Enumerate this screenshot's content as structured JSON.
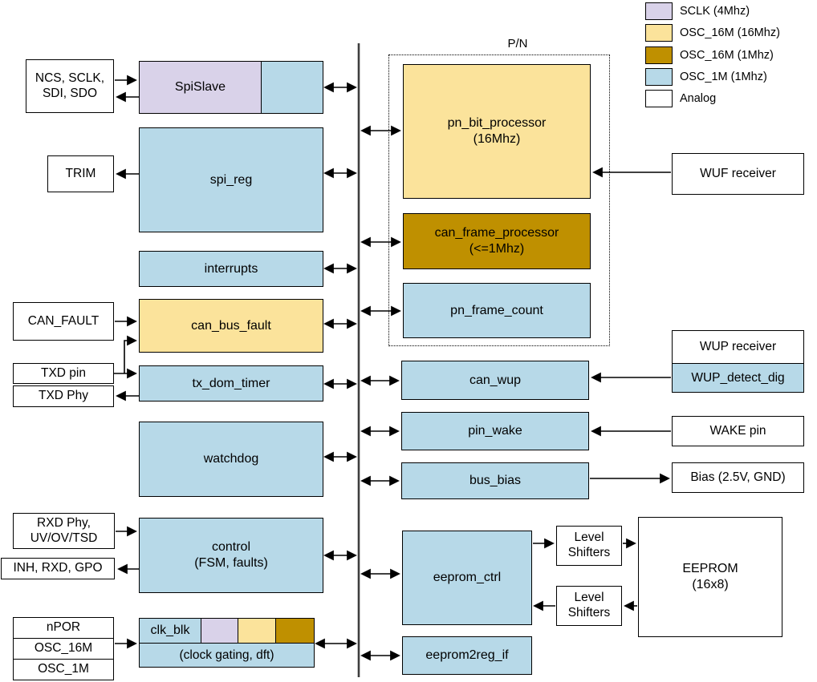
{
  "legend": {
    "items": [
      {
        "label": "SCLK (4Mhz)",
        "color": "#d9d2e9"
      },
      {
        "label": "OSC_16M (16Mhz)",
        "color": "#fbe39b"
      },
      {
        "label": "OSC_16M (1Mhz)",
        "color": "#bf9000"
      },
      {
        "label": "OSC_1M (1Mhz)",
        "color": "#b7d9e8"
      },
      {
        "label": "Analog",
        "color": "#ffffff"
      }
    ]
  },
  "left_io": {
    "ncs": {
      "line1": "NCS, SCLK,",
      "line2": "SDI, SDO"
    },
    "trim": "TRIM",
    "can_fault": "CAN_FAULT",
    "txd_pin": "TXD pin",
    "txd_phy": "TXD Phy",
    "rxd_phy": {
      "line1": "RXD Phy,",
      "line2": "UV/OV/TSD"
    },
    "inh": "INH, RXD, GPO",
    "npor": "nPOR",
    "osc_16m": "OSC_16M",
    "osc_1m": "OSC_1M"
  },
  "core": {
    "spislave": "SpiSlave",
    "spi_reg": "spi_reg",
    "interrupts": "interrupts",
    "can_bus_fault": "can_bus_fault",
    "tx_dom_timer": "tx_dom_timer",
    "watchdog": "watchdog",
    "control": {
      "line1": "control",
      "line2": "(FSM, faults)"
    },
    "clk_blk": {
      "label": "clk_blk",
      "sub": "(clock gating, dft)"
    }
  },
  "pn": {
    "title": "P/N",
    "pn_bit_processor": {
      "line1": "pn_bit_processor",
      "line2": "(16Mhz)"
    },
    "can_frame_processor": {
      "line1": "can_frame_processor",
      "line2": "(<=1Mhz)"
    },
    "pn_frame_count": "pn_frame_count"
  },
  "right": {
    "can_wup": "can_wup",
    "pin_wake": "pin_wake",
    "bus_bias": "bus_bias",
    "eeprom_ctrl": "eeprom_ctrl",
    "eeprom2reg_if": "eeprom2reg_if"
  },
  "right_io": {
    "wuf_receiver": "WUF receiver",
    "wup_receiver": "WUP receiver",
    "wup_detect_dig": "WUP_detect_dig",
    "wake_pin": "WAKE pin",
    "bias": "Bias (2.5V, GND)",
    "level_shifters": {
      "line1": "Level",
      "line2": "Shifters"
    },
    "eeprom": {
      "line1": "EEPROM",
      "line2": "(16x8)"
    }
  }
}
